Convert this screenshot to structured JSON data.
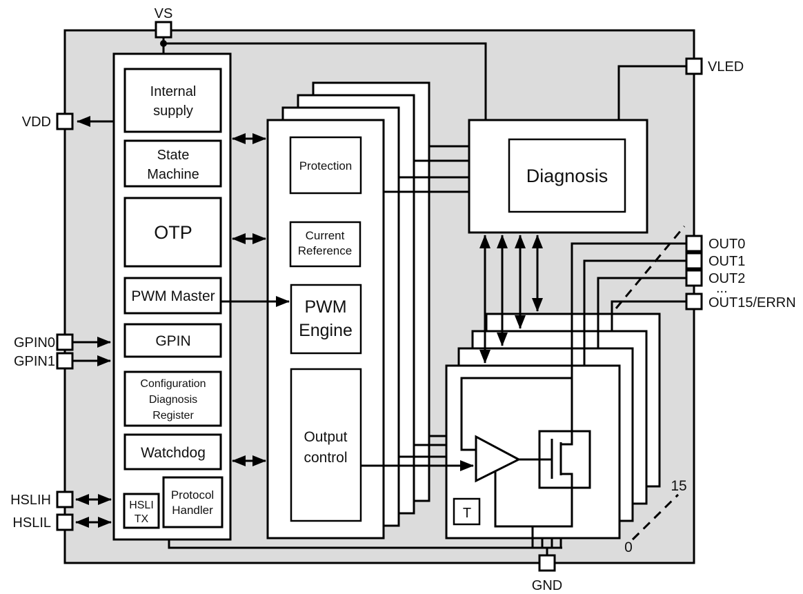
{
  "colors": {
    "chip_fill": "#dcdcdc",
    "block_fill": "#ffffff",
    "line": "#000000"
  },
  "pins": {
    "vs": "VS",
    "vdd": "VDD",
    "gpin0": "GPIN0",
    "gpin1": "GPIN1",
    "hslih": "HSLIH",
    "hslil": "HSLIL",
    "gnd": "GND",
    "vled": "VLED",
    "out0": "OUT0",
    "out1": "OUT1",
    "out2": "OUT2",
    "out_more": "...",
    "out15": "OUT15/ERRN"
  },
  "left_column": {
    "internal_supply": [
      "Internal",
      "supply"
    ],
    "state_machine": [
      "State",
      "Machine"
    ],
    "otp": "OTP",
    "pwm_master": "PWM Master",
    "gpin": "GPIN",
    "config_register": [
      "Configuration",
      "Diagnosis",
      "Register"
    ],
    "watchdog": "Watchdog",
    "hsli_tx": [
      "HSLI",
      "TX"
    ],
    "protocol_handler": [
      "Protocol",
      "Handler"
    ]
  },
  "channel_stack": {
    "protection": "Protection",
    "current_reference": [
      "Current",
      "Reference"
    ],
    "pwm_engine": [
      "PWM",
      "Engine"
    ],
    "output_control": [
      "Output",
      "control"
    ]
  },
  "diagnosis": "Diagnosis",
  "output_stage": {
    "t_label": "T",
    "index_top": "15",
    "index_bottom": "0"
  }
}
